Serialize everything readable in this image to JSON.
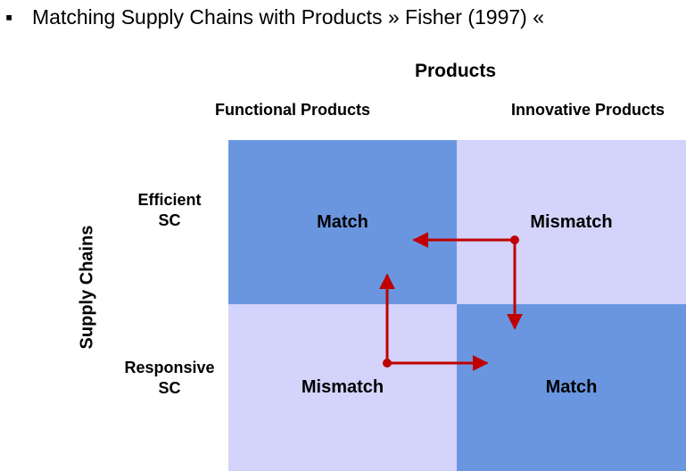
{
  "header": {
    "bullet": "▪",
    "title": "Matching Supply Chains with Products » Fisher (1997) «"
  },
  "matrix": {
    "column_axis_label": "Products",
    "row_axis_label": "Supply Chains",
    "columns": [
      "Functional Products",
      "Innovative Products"
    ],
    "rows": [
      {
        "line1": "Efficient",
        "line2": "SC"
      },
      {
        "line1": "Responsive",
        "line2": "SC"
      }
    ],
    "cells": {
      "top_left": "Match",
      "top_right": "Mismatch",
      "bottom_left": "Mismatch",
      "bottom_right": "Match"
    }
  },
  "colors": {
    "match": "#6a96e0",
    "mismatch": "#d3d3fb",
    "arrow": "#c00000"
  }
}
